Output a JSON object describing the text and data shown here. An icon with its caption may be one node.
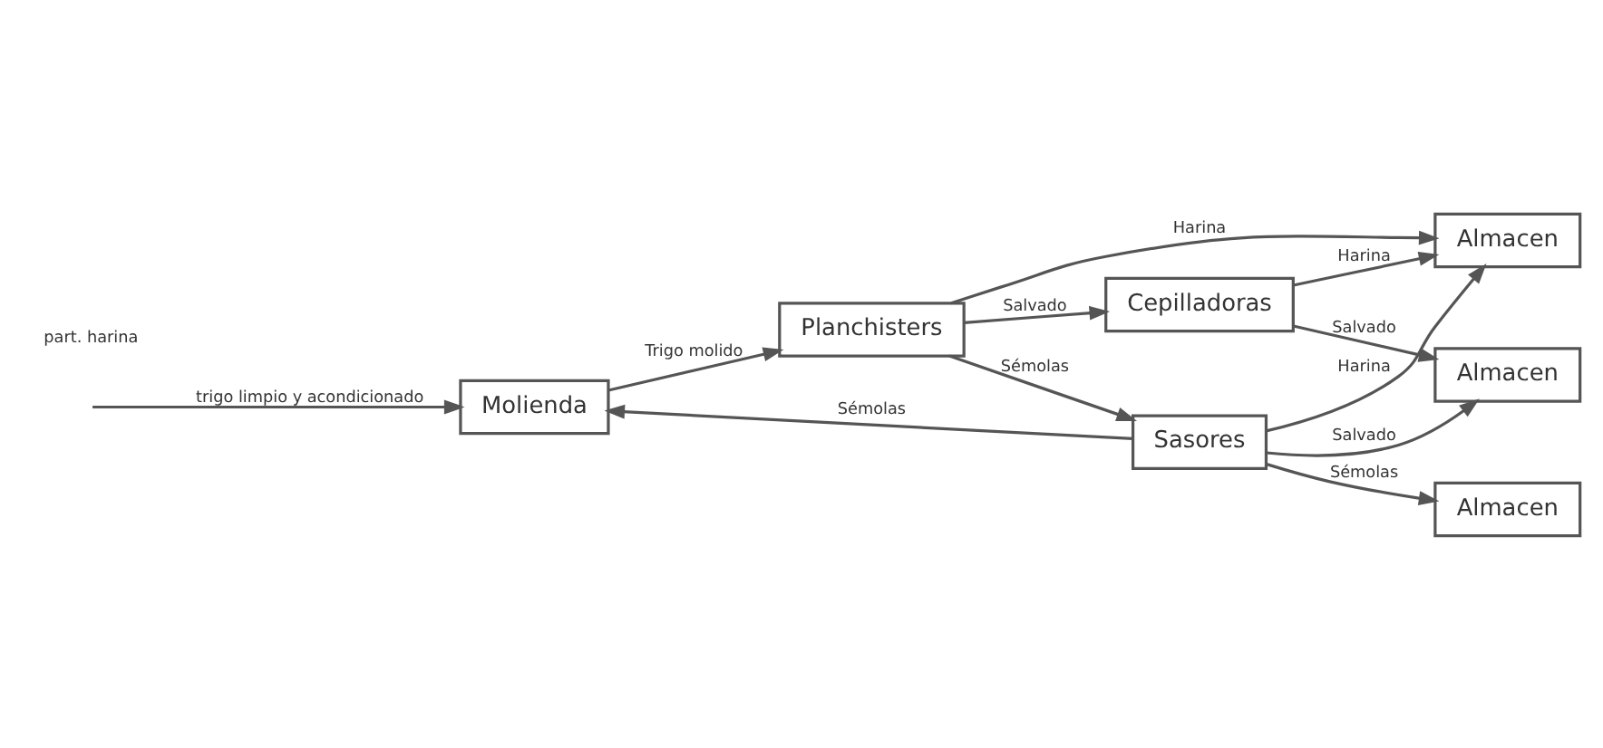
{
  "diagram": {
    "nodes": [
      {
        "text": [
          "Molienda"
        ]
      },
      {
        "text": [
          "Planchisters"
        ]
      },
      {
        "text": [
          "Cepilladoras"
        ]
      },
      {
        "text": [
          "Sasores"
        ]
      },
      {
        "text": [
          "Almacen"
        ]
      },
      {
        "text": [
          "Almacen"
        ]
      },
      {
        "text": [
          "Almacen"
        ]
      }
    ],
    "edges": [
      {
        "from": null,
        "to": 0,
        "arrow": "to",
        "label": "trigo limpio y acondicionado"
      },
      {
        "from": 0,
        "to": 1,
        "arrow": "to",
        "label": "Trigo molido"
      },
      {
        "from": 1,
        "to": 2,
        "arrow": "to",
        "label": "Salvado"
      },
      {
        "from": 2,
        "to": 5,
        "arrow": "to",
        "label": "Harina"
      },
      {
        "from": 2,
        "to": 4,
        "arrow": "to",
        "label": "Salvado"
      },
      {
        "from": 1,
        "to": 3,
        "arrow": "to",
        "label": "Sémolas"
      },
      {
        "from": 3,
        "to": 4,
        "arrow": "to",
        "label": "Salvado"
      },
      {
        "from": 1,
        "to": 5,
        "arrow": "to",
        "label": "Harina"
      },
      {
        "from": 3,
        "to": 5,
        "arrow": "to",
        "label": "Harina"
      },
      {
        "from": 3,
        "to": 0,
        "arrow": "to",
        "label": "Sémolas"
      },
      {
        "from": 3,
        "to": 6,
        "arrow": "to",
        "label": "Sémolas"
      }
    ],
    "labels": [
      "part. harina"
    ]
  }
}
